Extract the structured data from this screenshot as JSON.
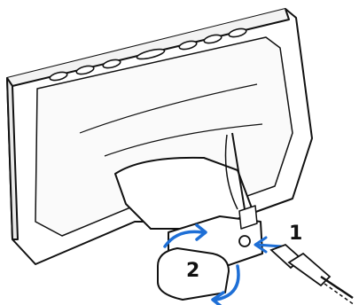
{
  "diagram": {
    "steps": [
      {
        "number": "1"
      },
      {
        "number": "2"
      }
    ],
    "colors": {
      "line": "#111111",
      "rotate_arrow": "#1e6fd6",
      "connect_arrow": "#1e6fd6",
      "fill": "#ffffff"
    },
    "icons": [
      "monitor-back",
      "stand-base",
      "power-connector",
      "rotate-arrow",
      "insert-arrow"
    ]
  }
}
